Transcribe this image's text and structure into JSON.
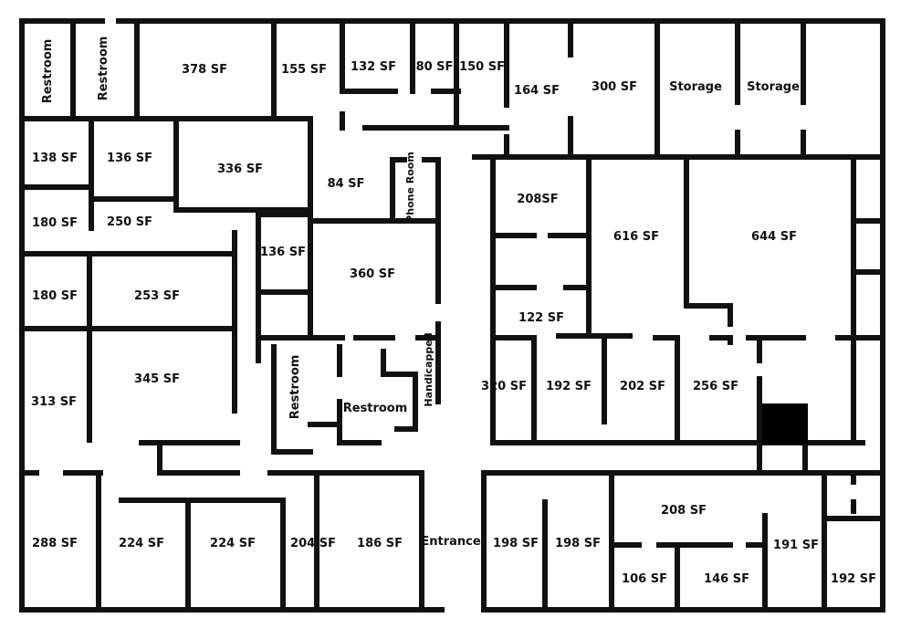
{
  "rooms": {
    "restroom_a": "Restroom",
    "restroom_b": "Restroom",
    "r378": "378 SF",
    "r155": "155 SF",
    "r132": "132 SF",
    "r80": "80 SF",
    "r150": "150 SF",
    "r164": "164 SF",
    "r300": "300 SF",
    "storage_a": "Storage",
    "storage_b": "Storage",
    "r138": "138 SF",
    "r136a": "136 SF",
    "r336": "336 SF",
    "r84": "84 SF",
    "phone_room": "Phone Room",
    "r208a": "208SF",
    "r616": "616 SF",
    "r644": "644 SF",
    "r180a": "180 SF",
    "r250": "250 SF",
    "r136b": "136 SF",
    "r360": "360 SF",
    "r180b": "180 SF",
    "r253": "253 SF",
    "r122": "122 SF",
    "r345": "345 SF",
    "r313": "313 SF",
    "restroom_c": "Restroom",
    "restroom_d": "Restroom",
    "handicapped": "Handicapped",
    "r320": "320 SF",
    "r192a": "192 SF",
    "r202": "202 SF",
    "r256": "256 SF",
    "r288": "288 SF",
    "r224a": "224 SF",
    "r224b": "224 SF",
    "r204": "204 SF",
    "r186": "186 SF",
    "entrance": "Entrance",
    "r198a": "198 SF",
    "r198b": "198 SF",
    "r208b": "208 SF",
    "r191": "191 SF",
    "r106": "106 SF",
    "r146": "146 SF",
    "r192b": "192 SF"
  }
}
